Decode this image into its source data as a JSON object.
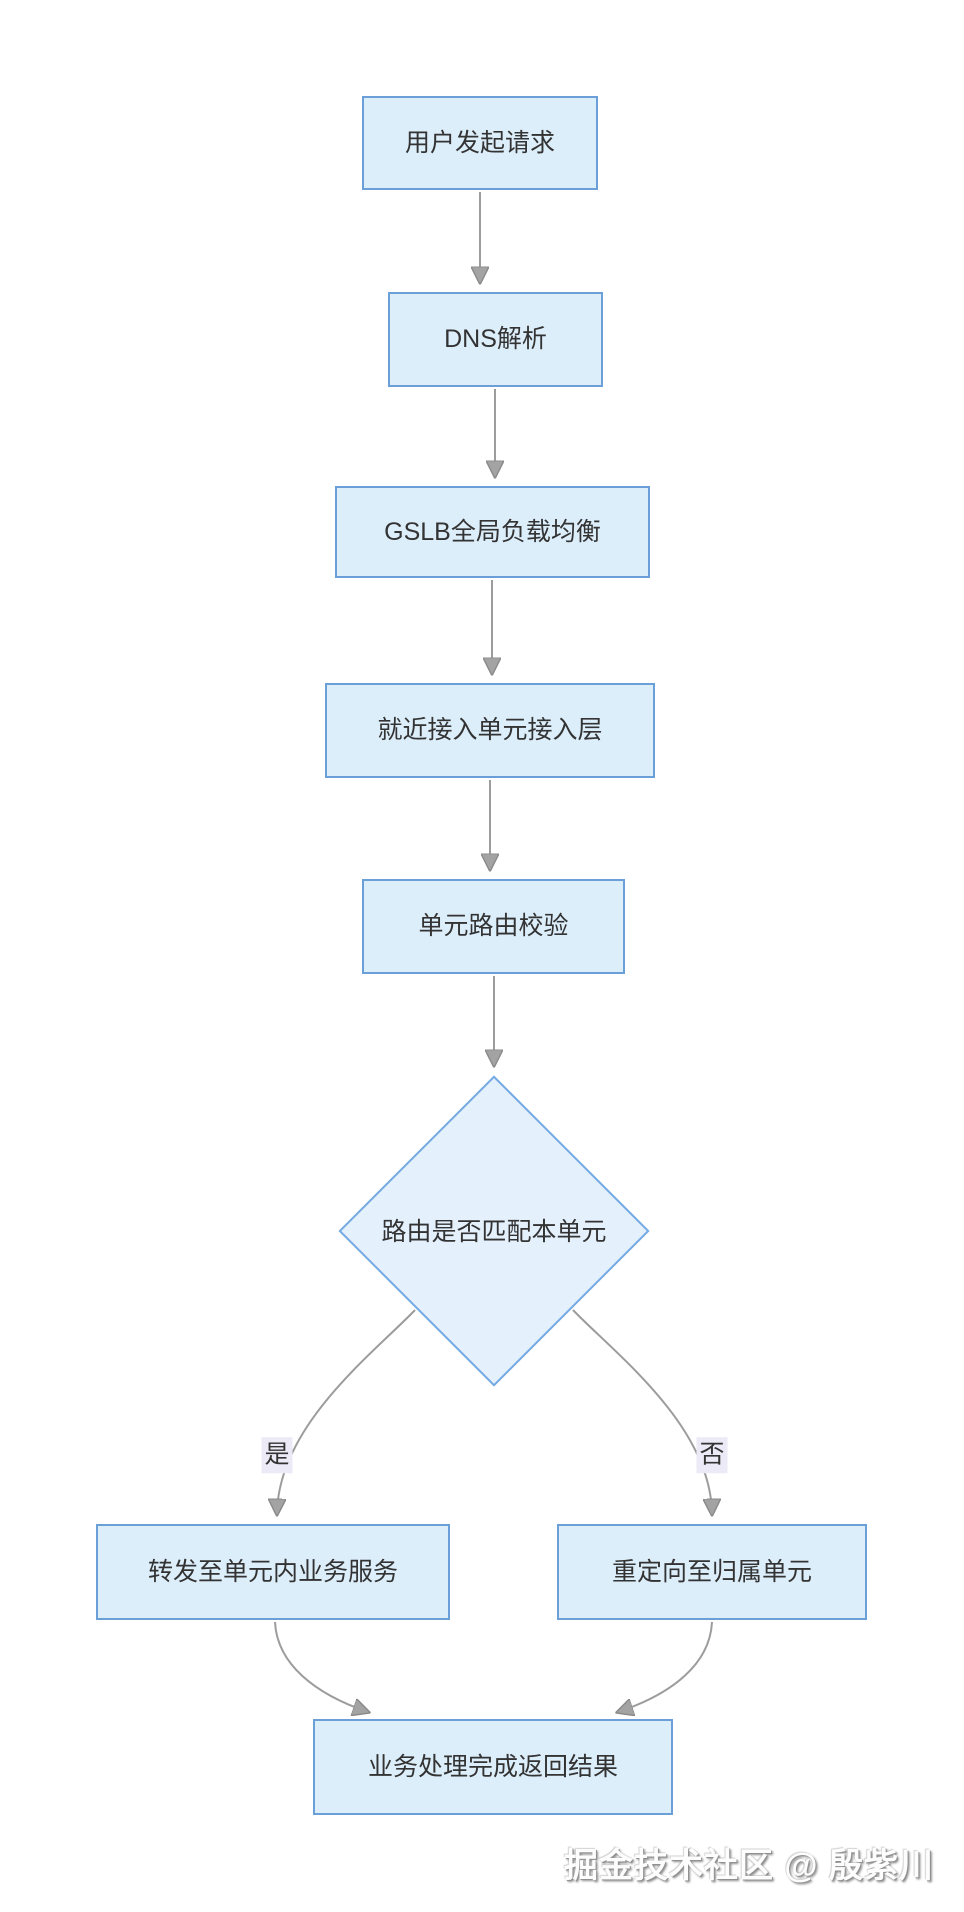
{
  "diagram": {
    "type": "flowchart",
    "direction": "top-down",
    "nodes": [
      {
        "id": "user_request",
        "shape": "rect",
        "label": "用户发起请求"
      },
      {
        "id": "dns",
        "shape": "rect",
        "label": "DNS解析"
      },
      {
        "id": "gslb",
        "shape": "rect",
        "label": "GSLB全局负载均衡"
      },
      {
        "id": "access_layer",
        "shape": "rect",
        "label": "就近接入单元接入层"
      },
      {
        "id": "route_check",
        "shape": "rect",
        "label": "单元路由校验"
      },
      {
        "id": "route_match",
        "shape": "diamond",
        "label": "路由是否匹配本单元"
      },
      {
        "id": "forward_local",
        "shape": "rect",
        "label": "转发至单元内业务服务"
      },
      {
        "id": "redirect_home",
        "shape": "rect",
        "label": "重定向至归属单元"
      },
      {
        "id": "done",
        "shape": "rect",
        "label": "业务处理完成返回结果"
      }
    ],
    "edges": [
      {
        "from": "user_request",
        "to": "dns",
        "label": ""
      },
      {
        "from": "dns",
        "to": "gslb",
        "label": ""
      },
      {
        "from": "gslb",
        "to": "access_layer",
        "label": ""
      },
      {
        "from": "access_layer",
        "to": "route_check",
        "label": ""
      },
      {
        "from": "route_check",
        "to": "route_match",
        "label": ""
      },
      {
        "from": "route_match",
        "to": "forward_local",
        "label": "是"
      },
      {
        "from": "route_match",
        "to": "redirect_home",
        "label": "否"
      },
      {
        "from": "forward_local",
        "to": "done",
        "label": ""
      },
      {
        "from": "redirect_home",
        "to": "done",
        "label": ""
      }
    ],
    "edge_labels": {
      "yes": "是",
      "no": "否"
    },
    "colors": {
      "node_fill": "#ddeefb",
      "node_border": "#6b9fd8",
      "diamond_fill": "#e4f1fd",
      "diamond_border": "#76aae2",
      "edge_line": "#9c9c9c",
      "arrowhead": "#a3a3a3",
      "edge_label_bg": "#eceaf6",
      "text": "#333333",
      "background": "#ffffff"
    }
  },
  "watermark": {
    "text": "掘金技术社区 @ 殷紫川"
  }
}
